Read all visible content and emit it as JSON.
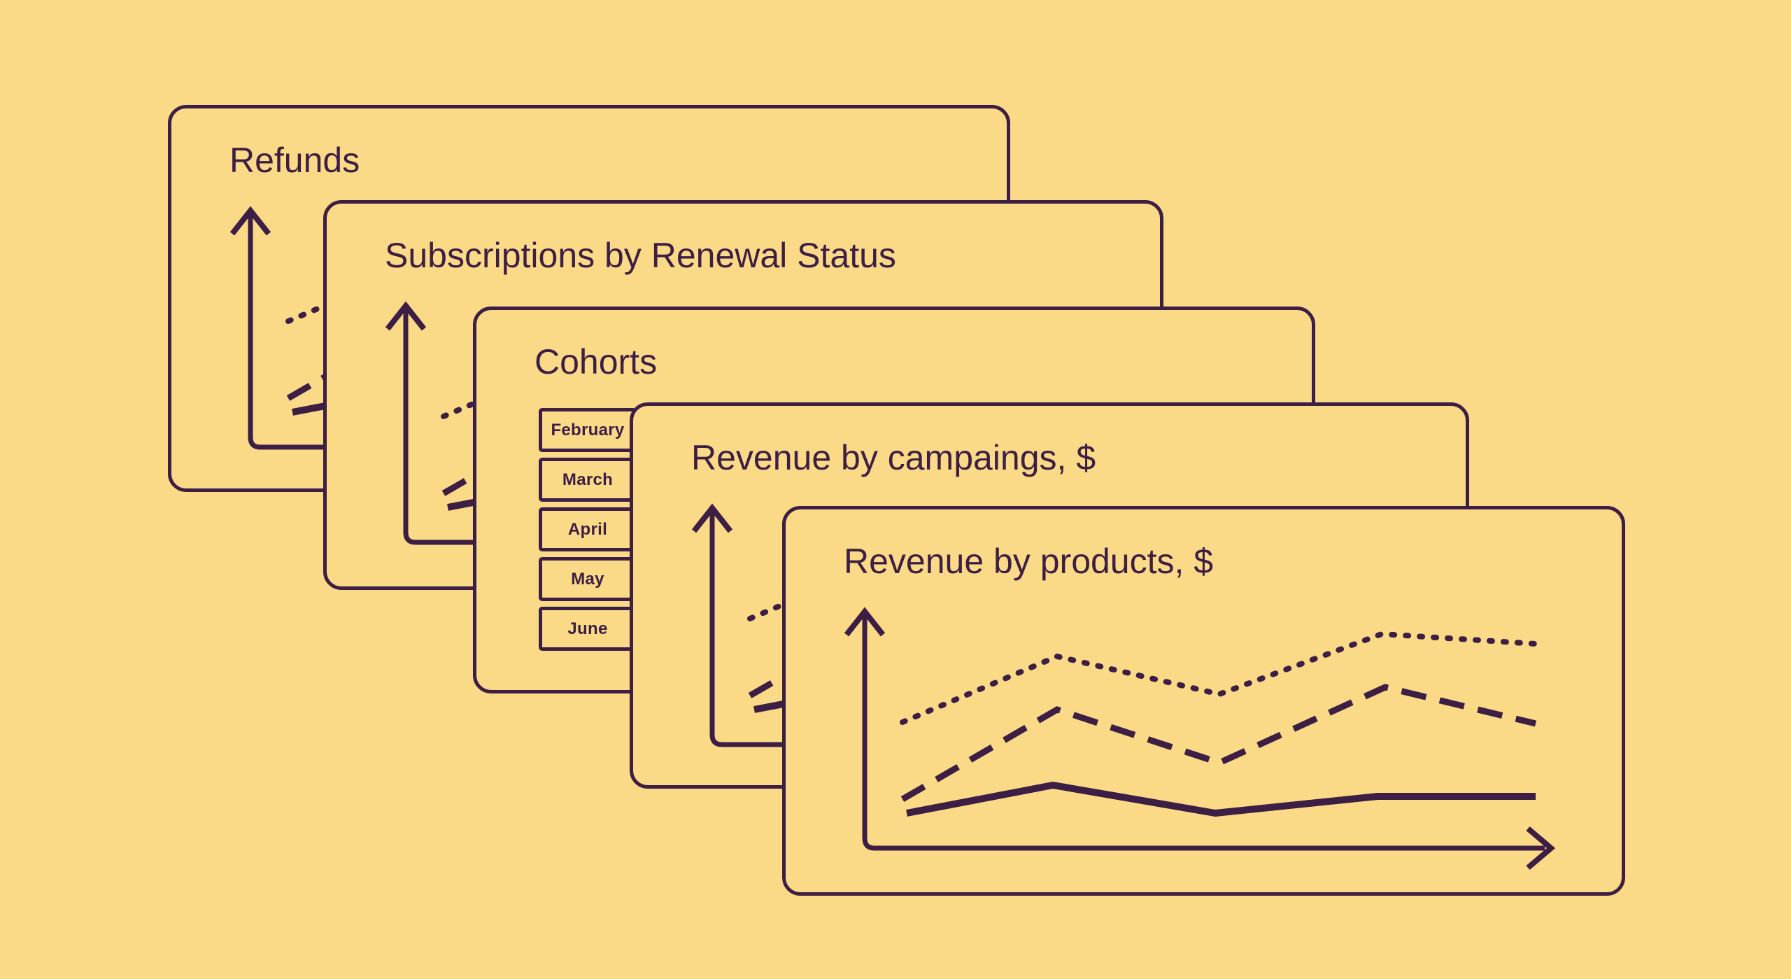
{
  "canvas": {
    "background_color": "#FADA87",
    "ink_color": "#3D1E44"
  },
  "cards": [
    {
      "title": "Refunds",
      "type": "line-chart"
    },
    {
      "title": "Subscriptions by Renewal Status",
      "type": "line-chart"
    },
    {
      "title": "Cohorts",
      "type": "cohort-table",
      "months": [
        "February",
        "March",
        "April",
        "May",
        "June"
      ]
    },
    {
      "title": "Revenue by campaings, $",
      "type": "line-chart"
    },
    {
      "title": "Revenue by products, $",
      "type": "line-chart"
    }
  ],
  "chart_data": {
    "type": "line",
    "title": "Revenue by products, $",
    "xlabel": "",
    "ylabel": "",
    "axis_tick_labels_visible": false,
    "legend": "none",
    "x_point_count": 5,
    "series": [
      {
        "name": "series-dotted",
        "style": "dotted",
        "values_norm": [
          0.53,
          0.81,
          0.65,
          0.9,
          0.86
        ],
        "points_rel": [
          [
            172,
            309
          ],
          [
            393,
            215
          ],
          [
            625,
            269
          ],
          [
            857,
            183
          ],
          [
            1077,
            197
          ]
        ]
      },
      {
        "name": "series-dashed",
        "style": "dashed",
        "values_norm": [
          0.21,
          0.58,
          0.36,
          0.68,
          0.53
        ],
        "points_rel": [
          [
            172,
            419
          ],
          [
            393,
            291
          ],
          [
            625,
            367
          ],
          [
            862,
            259
          ],
          [
            1077,
            311
          ]
        ]
      },
      {
        "name": "series-solid",
        "style": "solid",
        "values_norm": [
          0.15,
          0.27,
          0.15,
          0.22,
          0.22
        ],
        "points_rel": [
          [
            178,
            439
          ],
          [
            387,
            399
          ],
          [
            619,
            439
          ],
          [
            851,
            415
          ],
          [
            1077,
            415
          ]
        ]
      }
    ],
    "note": "Identical stylized unlabeled chart repeated on the refunds, subscriptions, campaigns and products cards; back cards are partially hidden by the cards stacked in front."
  }
}
